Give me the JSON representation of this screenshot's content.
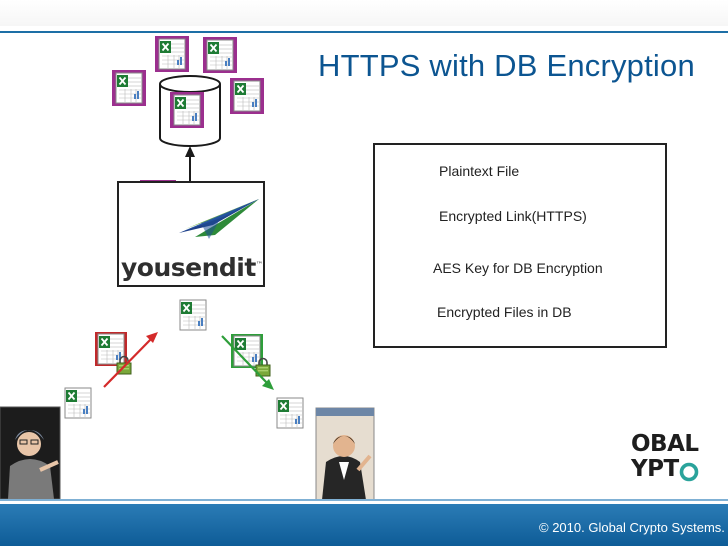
{
  "slide": {
    "title": "HTTPS with DB Encryption",
    "copyright": "© 2010. Global Crypto Systems."
  },
  "service": {
    "name": "yousendit",
    "trademark": "™"
  },
  "legend": {
    "items": [
      {
        "label": "Plaintext File",
        "icon": "plaintext-file-icon"
      },
      {
        "label": "Encrypted Link(HTTPS)",
        "icon": "encrypted-link-icon"
      },
      {
        "label": "AES Key for DB Encryption",
        "icon": "aes-key-icon"
      },
      {
        "label": "Encrypted Files in DB",
        "icon": "encrypted-db-file-icon"
      }
    ]
  },
  "brand": {
    "line1": "OBAL",
    "line2_prefix": "YPT",
    "line2_o": "O"
  },
  "colors": {
    "title": "#0c5591",
    "bar": "#1d6fa6",
    "excel_green": "#1e7b34",
    "db_purple": "#9b2f8e",
    "link_red": "#c0292b",
    "link_green": "#2e9e3a",
    "lock_green": "#7aa83a",
    "brand_teal": "#2aa39b"
  }
}
